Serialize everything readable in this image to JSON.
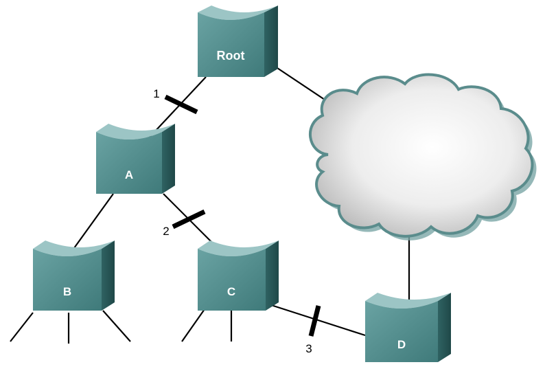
{
  "switches": [
    {
      "id": "root",
      "label": "Root"
    },
    {
      "id": "a",
      "label": "A"
    },
    {
      "id": "b",
      "label": "B"
    },
    {
      "id": "c",
      "label": "C"
    },
    {
      "id": "d",
      "label": "D"
    }
  ],
  "blocked_ports": [
    {
      "id": "1",
      "label": "1"
    },
    {
      "id": "2",
      "label": "2"
    },
    {
      "id": "3",
      "label": "3"
    }
  ],
  "colors": {
    "switch_front": "#4f8e8e",
    "switch_side": "#2f6262",
    "switch_top": "#7fb3b3",
    "link": "#000000",
    "cloud_fill": "#e8e8e8",
    "cloud_edge": "#5a8c8c"
  }
}
